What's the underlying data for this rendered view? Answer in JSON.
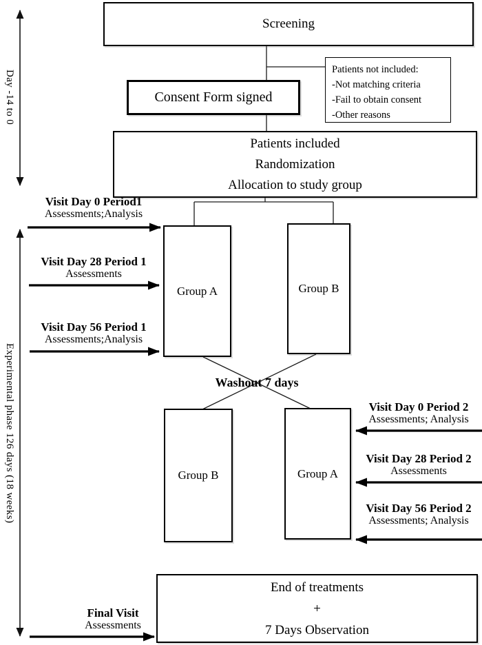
{
  "diagram": {
    "timeline_labels": {
      "phase1": "Day -14 to 0",
      "phase2": "Experimental phase 126 days (18 weeks)"
    },
    "boxes": {
      "screening": "Screening",
      "consent": "Consent Form signed",
      "not_included": {
        "title": "Patients not included:",
        "reasons": [
          "-Not matching criteria",
          "-Fail to obtain consent",
          "-Other reasons"
        ]
      },
      "randomization": {
        "lines": [
          "Patients included",
          "Randomization",
          "Allocation to study group"
        ]
      },
      "group_a_period1": "Group A",
      "group_b_period1": "Group B",
      "group_b_period2": "Group B",
      "group_a_period2": "Group A",
      "end": {
        "lines": [
          "End of treatments",
          "+",
          "7 Days Observation"
        ]
      }
    },
    "washout": "Washout 7 days",
    "left_visits": [
      {
        "title": "Visit Day 0 Period1",
        "subtitle": "Assessments;Analysis"
      },
      {
        "title": "Visit Day 28 Period 1",
        "subtitle": "Assessments"
      },
      {
        "title": "Visit Day 56 Period 1",
        "subtitle": "Assessments;Analysis"
      }
    ],
    "right_visits": [
      {
        "title": "Visit Day 0 Period 2",
        "subtitle": "Assessments; Analysis"
      },
      {
        "title": "Visit Day 28 Period 2",
        "subtitle": "Assessments"
      },
      {
        "title": "Visit Day 56 Period 2",
        "subtitle": "Assessments; Analysis"
      }
    ],
    "final_visit": {
      "title": "Final Visit",
      "subtitle": "Assessments"
    }
  },
  "colors": {
    "line": "#000000",
    "border": "#000000",
    "background": "#ffffff",
    "text": "#000000"
  }
}
